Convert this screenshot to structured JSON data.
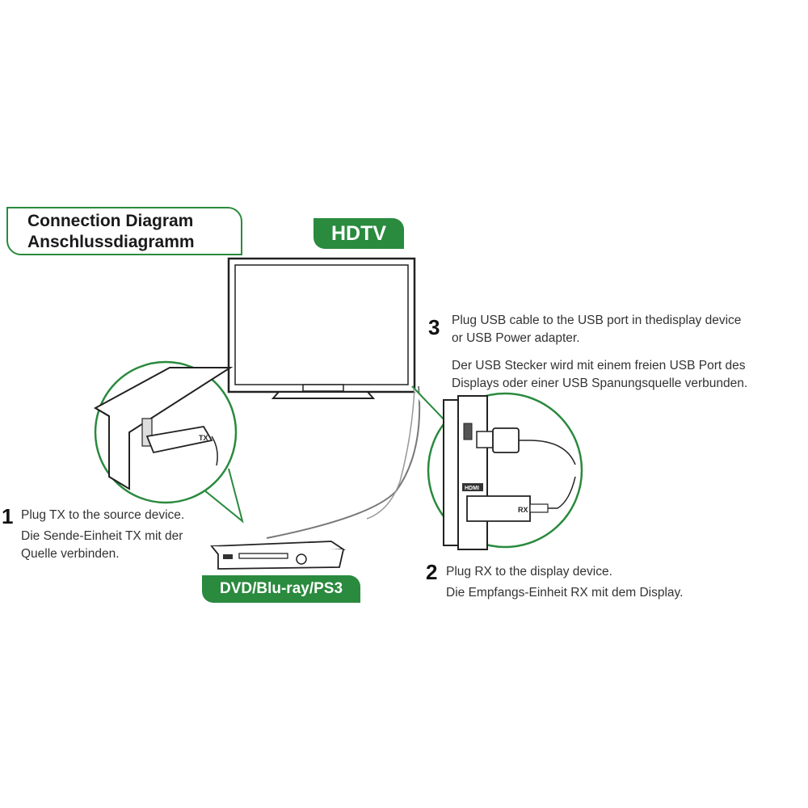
{
  "title": {
    "line1": "Connection Diagram",
    "line2": "Anschlussdiagramm"
  },
  "labels": {
    "tv": "HDTV",
    "source": "DVD/Blu-ray/PS3"
  },
  "steps": [
    {
      "number": "1",
      "en": "Plug TX to the source device.",
      "de_line1": "Die Sende-Einheit TX mit der",
      "de_line2": "Quelle verbinden."
    },
    {
      "number": "2",
      "en": "Plug RX to the display device.",
      "de_line1": "Die Empfangs-Einheit RX mit dem Display."
    },
    {
      "number": "3",
      "en_line1": "Plug USB cable to the USB port in thedisplay device",
      "en_line2": "or USB Power adapter.",
      "de_line1": "Der USB Stecker wird mit einem freien USB Port des",
      "de_line2": "Displays oder einer USB Spanungsquelle verbunden."
    }
  ],
  "device_marks": {
    "tx": "TX",
    "rx": "RX",
    "hdmi": "HDMI"
  },
  "colors": {
    "accent": "#2a8a3e",
    "line": "#333333"
  }
}
